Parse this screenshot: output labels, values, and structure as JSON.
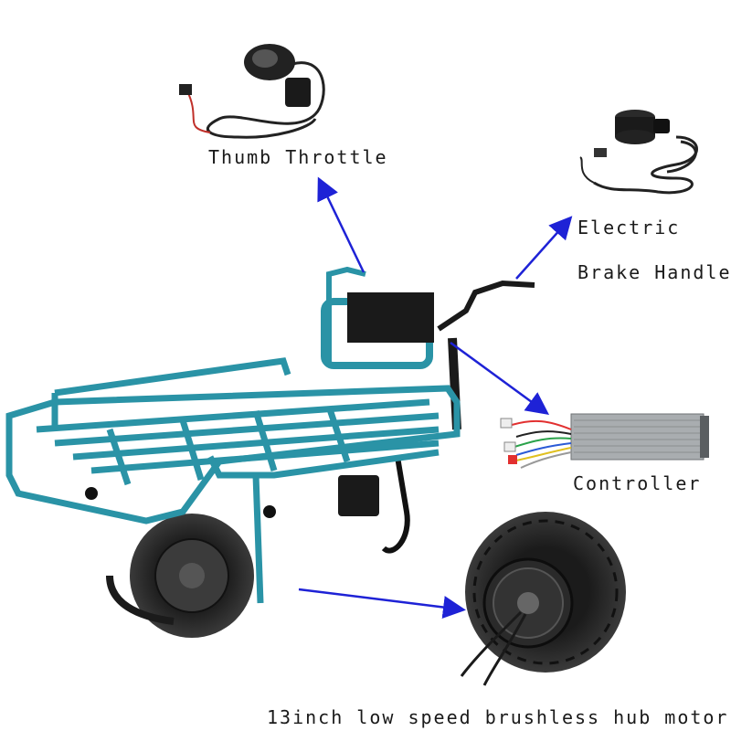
{
  "labels": {
    "thumb_throttle": "Thumb Throttle",
    "electric_brake_line1": "Electric",
    "electric_brake_line2": "Brake Handle",
    "controller": "Controller",
    "hub_motor": "13inch low speed brushless hub motor"
  },
  "colors": {
    "frame": "#2a93a6",
    "frame_dark": "#1d6f7e",
    "arrow": "#1e22d6",
    "tire": "#2b2b2b",
    "controller_body": "#a9adb0"
  },
  "icons": {
    "throttle": "thumb-throttle-icon",
    "brake": "brake-handle-icon",
    "controller": "controller-icon",
    "motor": "hub-motor-icon",
    "cart": "wheelbarrow-cart-icon"
  }
}
